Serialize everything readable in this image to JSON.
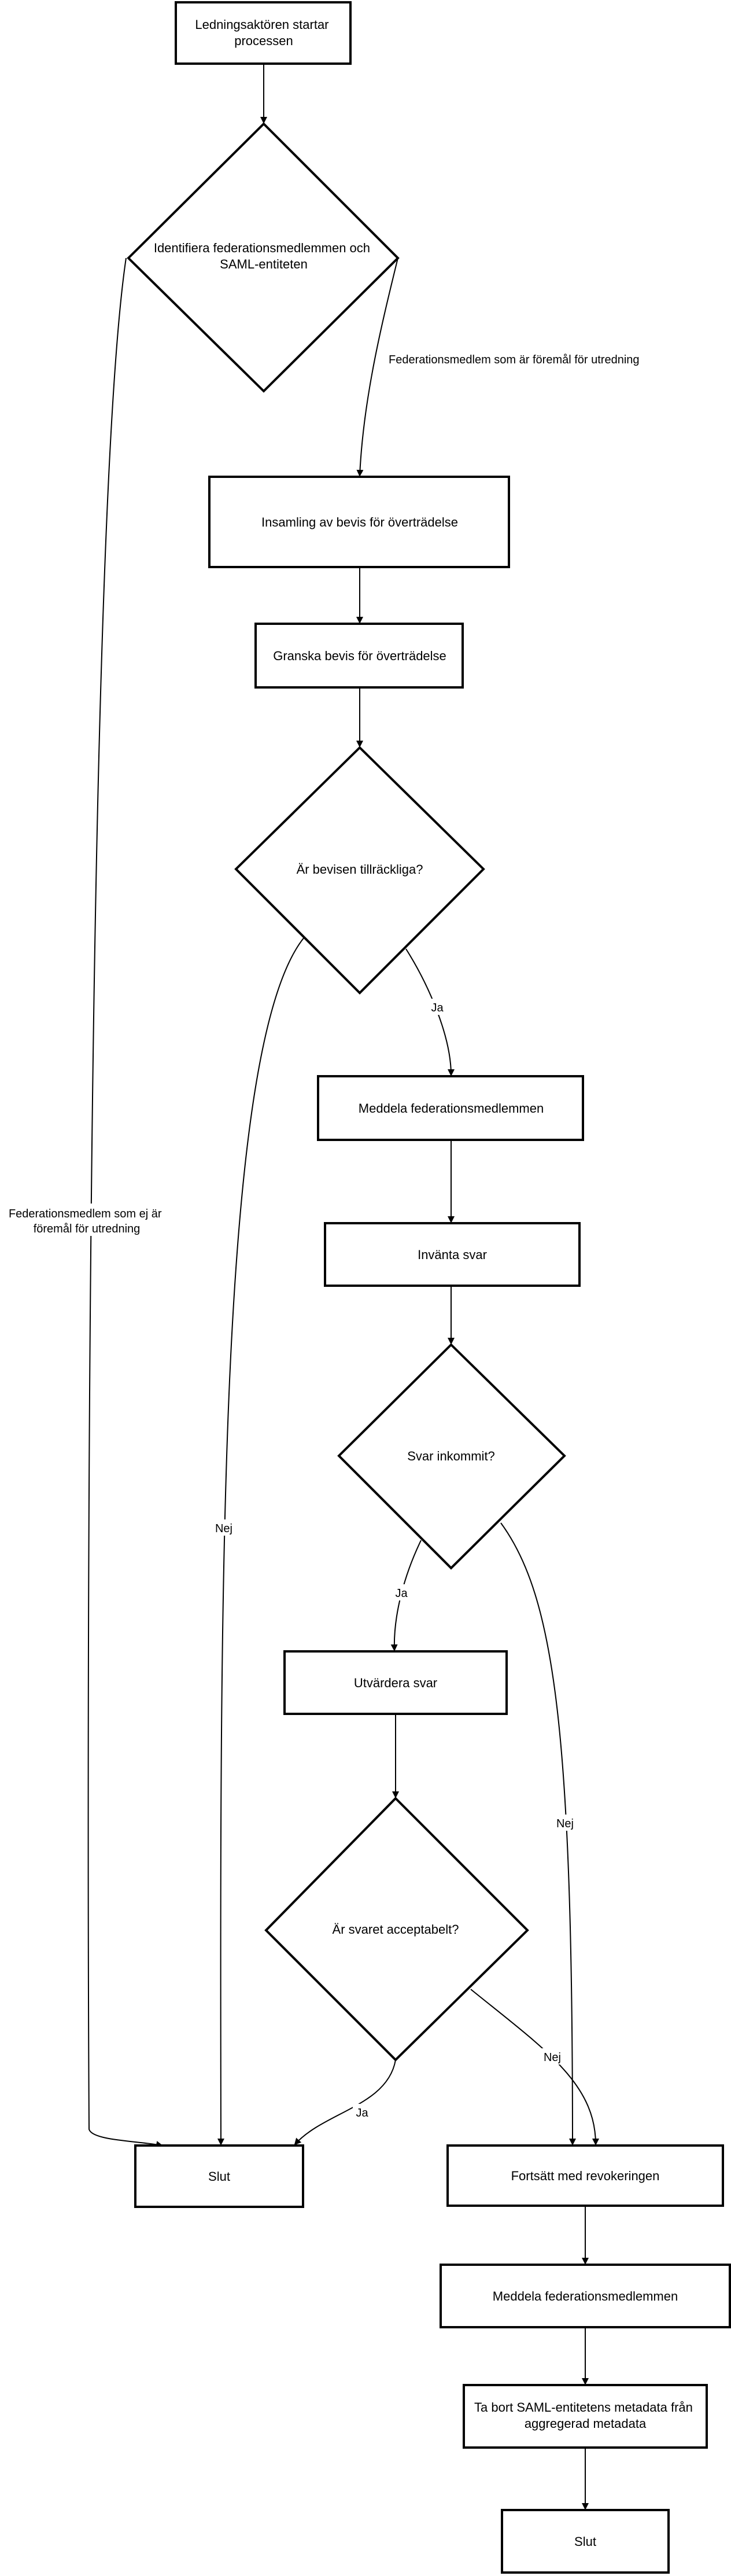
{
  "diagram": {
    "type": "flowchart",
    "nodes": {
      "start": {
        "text": [
          "Ledningsaktören startar",
          "processen"
        ]
      },
      "identify": {
        "text": [
          "Identifiera federationsmedlemmen och",
          "SAML-entiteten"
        ]
      },
      "collect": {
        "text": [
          "Insamling av bevis för överträdelse"
        ]
      },
      "review": {
        "text": [
          "Granska bevis för överträdelse"
        ]
      },
      "sufficient": {
        "text": [
          "Är bevisen tillräckliga?"
        ]
      },
      "notify1": {
        "text": [
          "Meddela federationsmedlemmen"
        ]
      },
      "await": {
        "text": [
          "Invänta svar"
        ]
      },
      "received": {
        "text": [
          "Svar inkommit?"
        ]
      },
      "evaluate": {
        "text": [
          "Utvärdera svar"
        ]
      },
      "acceptable": {
        "text": [
          "Är svaret acceptabelt?"
        ]
      },
      "end1": {
        "text": [
          "Slut"
        ]
      },
      "continue": {
        "text": [
          "Fortsätt med revokeringen"
        ]
      },
      "notify2": {
        "text": [
          "Meddela federationsmedlemmen"
        ]
      },
      "remove": {
        "text": [
          "Ta bort SAML-entitetens metadata från",
          "aggregerad metadata"
        ]
      },
      "end2": {
        "text": [
          "Slut"
        ]
      }
    },
    "edge_labels": {
      "under_investigation": [
        "Federationsmedlem som är föremål för utredning"
      ],
      "not_under_investigation": [
        "Federationsmedlem som ej är",
        "föremål för utredning"
      ],
      "sufficient_yes": [
        "Ja"
      ],
      "sufficient_no": [
        "Nej"
      ],
      "received_yes": [
        "Ja"
      ],
      "received_no": [
        "Nej"
      ],
      "acceptable_yes": [
        "Ja"
      ],
      "acceptable_no": [
        "Nej"
      ]
    }
  }
}
